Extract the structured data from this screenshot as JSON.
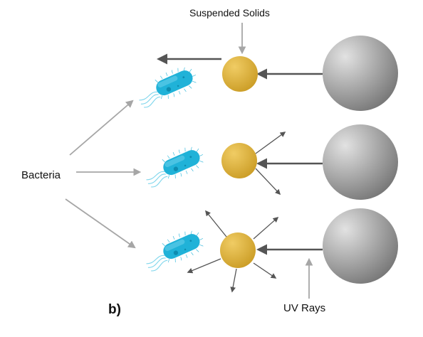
{
  "labels": {
    "suspended_solids": "Suspended Solids",
    "bacteria": "Bacteria",
    "uv_rays": "UV Rays",
    "panel": "b)"
  },
  "colors": {
    "sun_light": "#e2e2e2",
    "sun_dark": "#707070",
    "solid_light": "#f0cc64",
    "solid_dark": "#c99a22",
    "bacteria_body": "#20b2d8",
    "bacteria_dark": "#0e8cb0",
    "bacteria_flagella": "#7fd6ec",
    "arrow_dark": "#555555",
    "arrow_light": "#a6a6a6"
  },
  "icons": {
    "uv_source": "uv-source-sphere",
    "solid_particle": "suspended-solid-sphere",
    "bacterium": "bacterium-icon"
  }
}
